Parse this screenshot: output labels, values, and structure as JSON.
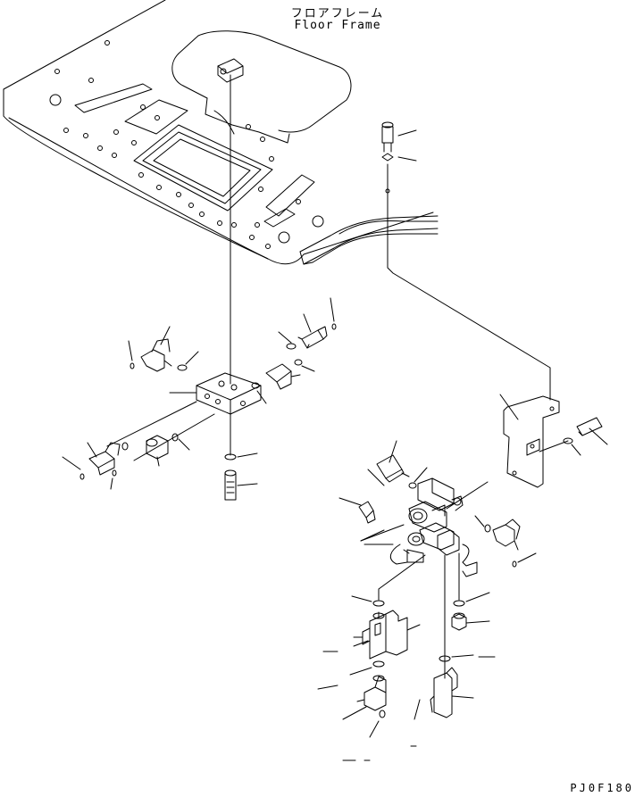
{
  "labels": {
    "floor_frame_jp": "フロアフレーム",
    "floor_frame_en": "Floor Frame"
  },
  "drawing_code": "PJ0F180",
  "colors": {
    "line": "#000000",
    "background": "#ffffff"
  }
}
